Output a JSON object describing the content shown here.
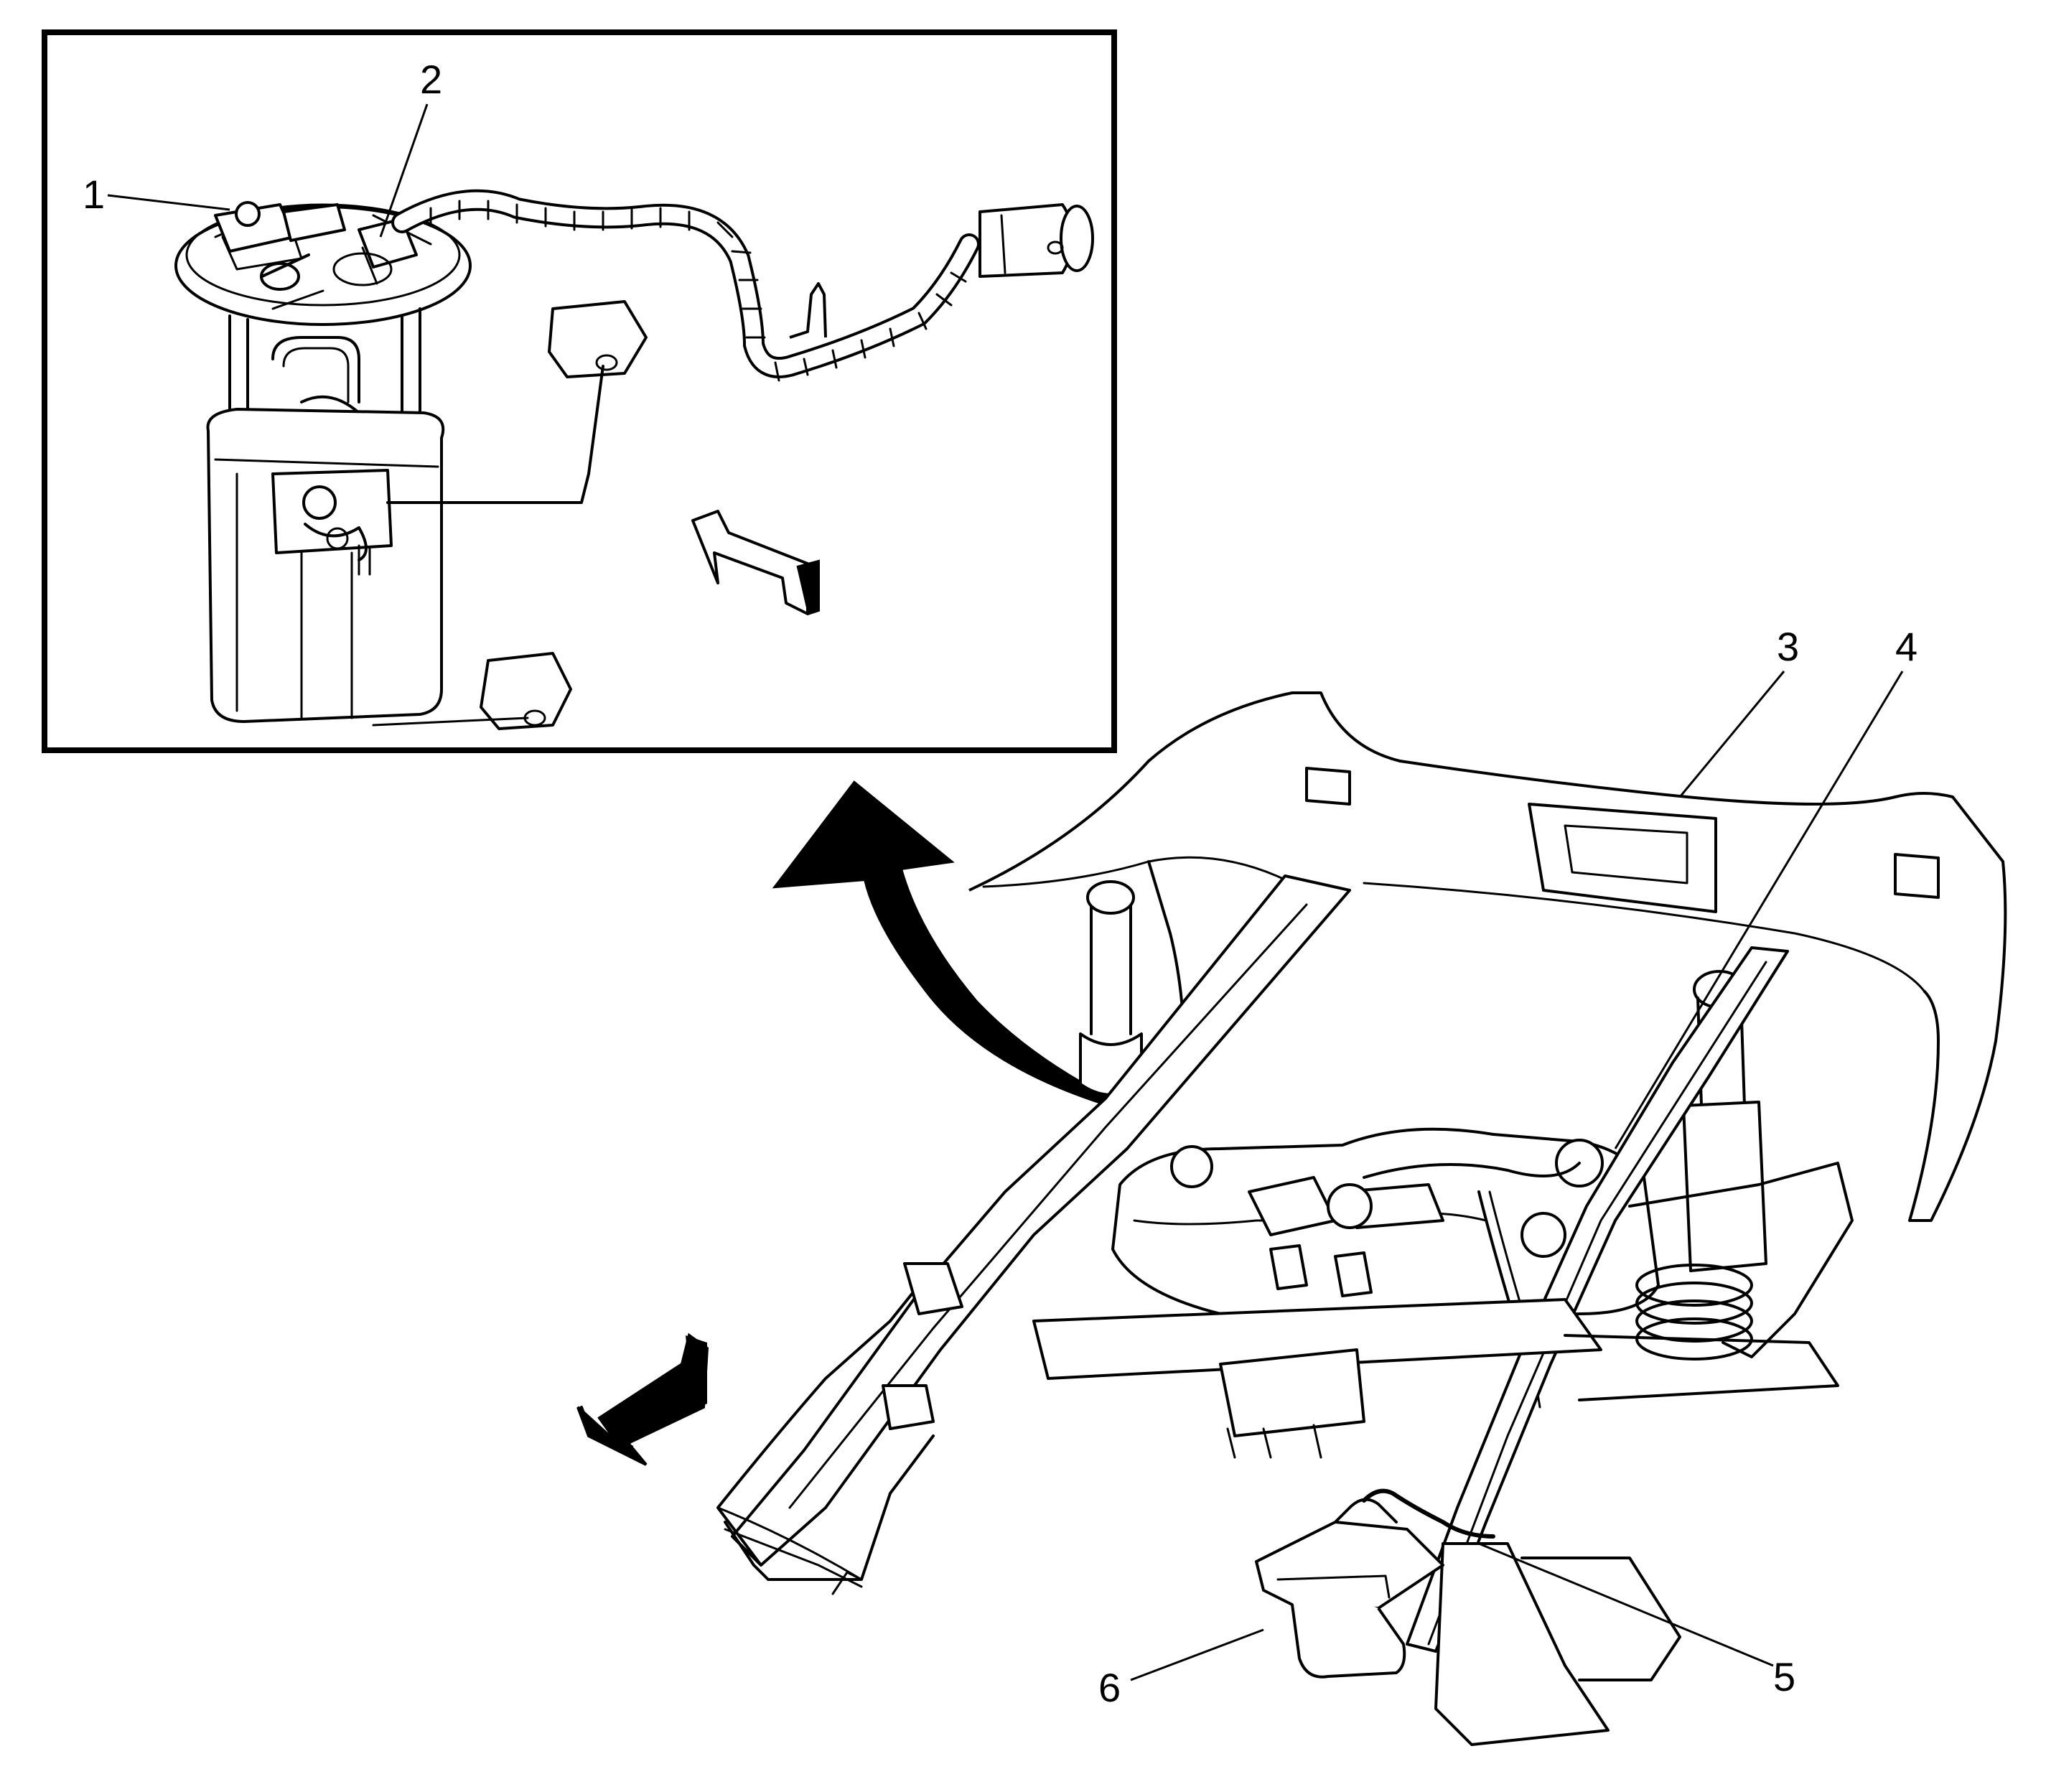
{
  "callouts": {
    "c1": "1",
    "c2": "2",
    "c3": "3",
    "c4": "4",
    "c5": "5",
    "c6": "6"
  },
  "icons": {
    "removal_arrow": "curved-arrow-icon",
    "inset_direction": "front-direction-arrow-icon",
    "vehicle_direction": "front-direction-arrow-icon"
  },
  "colors": {
    "line": "#000000",
    "background": "#ffffff"
  }
}
